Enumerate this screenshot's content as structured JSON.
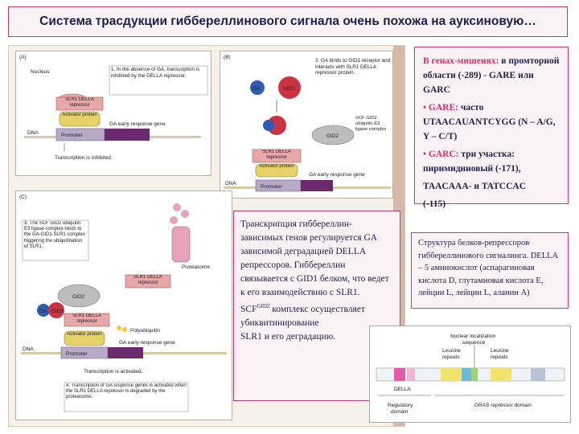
{
  "title": "Система трасдукции гиббереллинового сигнала очень похожа на ауксиновую…",
  "right_top": {
    "p1_pink": "В генах-мишенях",
    "p1_colon": ":",
    "p1_rest": " в промторной области (-289) - GARE или GARC",
    "bullet2_label": "GARE:",
    "bullet2_text": " часто UTAACAUANTCYGG  (N – A/G,    Y – C/T)",
    "bullet3_label": "GARC",
    "bullet3_colon": ":",
    "bullet3_text": " три участка: пиримидиновый (-171),",
    "line_tataaa": "TAACAAA-  и TATCCAC",
    "line_115": "(-115)"
  },
  "right_mid": {
    "text": "Структура белков-репрессоров гиббереллинового сигналинга. DELLA – 5 аминокислот (аспарагиновая кислота D, глутамновая кислота E, лейции L, лейцин L, аланин A)"
  },
  "center_text": {
    "line1": "Транскрипция гиббереллин-зависимых генов регулируется GA зависимой деградацией DELLA репрессоров.  Гиббереллин связывается с GID1 белком, что ведет к его взаимодействию с SLR1.",
    "scf": "SCF",
    "gid2": "GID2",
    "line2": " комплекс осуществляет убиквитинирование",
    "line3": "SLR1 и его деградацию."
  },
  "domain_fig": {
    "nls": "Nuclear localization",
    "nls2": "sequence",
    "leucine1": "Leucine",
    "repeats1": "repeats",
    "leucine2": "Leucine",
    "repeats2": "repeats",
    "della": "DELLA",
    "regulatory": "Regulatory",
    "domain_word": "domain",
    "gras": "GRAS repressor domain"
  },
  "panels": {
    "A": {
      "label": "(A)",
      "nucleus": "Nucleus",
      "note": "1. In the absence of GA, transcription is inhibited by the DELLA repressor.",
      "slr1": "SLR1 DELLA repressor",
      "activator": "Activator protein",
      "promoter": "Promoter",
      "gene": "GA early response gene",
      "dna": "DNA",
      "inhibited": "Transcription is inhibited."
    },
    "B": {
      "label": "(B)",
      "note": "2. GA binds to GID1 receptor and interacts with SLR1 DELLA repressor protein.",
      "ga": "GA",
      "gid1": "GID1",
      "gid2": "GID2",
      "scf": "SCF GID2 ubiquitin E3 ligase complex",
      "slr1": "SLR1 DELLA repressor",
      "activator": "Activator protein",
      "promoter": "Promoter",
      "gene": "GA early response gene",
      "dna": "DNA"
    },
    "C": {
      "label": "(C)",
      "note": "3. The SCF GID2 ubiquitin E3 ligase complex binds to the GA-GID1-SLR1 complex triggering the ubiquitination of SLR1.",
      "proteasome": "Proteasome",
      "slr1a": "SLR1 DELLA repressor",
      "gid2": "GID2",
      "ga": "GA",
      "gid1": "GID1",
      "slr1b": "SLR1 DELLA repressor",
      "polyub": "Polyubiquitin",
      "activator": "Activator protein",
      "promoter": "Promoter",
      "gene": "GA early response gene",
      "dna": "DNA",
      "activated": "Transcription is activated.",
      "note4": "4. Transcription of GA response genes is activated when the SLR1 DELLA repressor is degraded by the proteasome."
    }
  },
  "colors": {
    "accent": "#b8406c",
    "pink_text": "#d6336c",
    "repressor": "#e9a8a8",
    "activator": "#e7d26a",
    "promoter": "#b9a9c9",
    "gene": "#6b2a6b",
    "ga": "#2f5db3",
    "gid1": "#cc3340"
  }
}
